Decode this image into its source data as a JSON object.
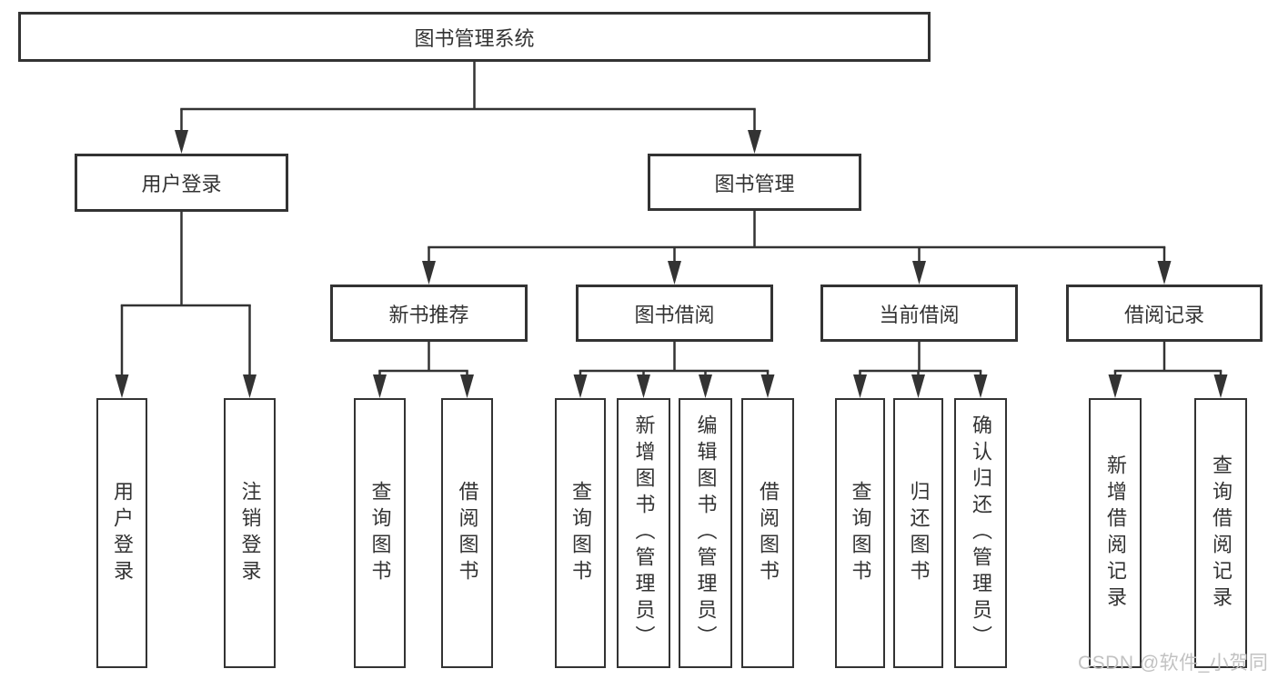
{
  "diagram": {
    "title": "图书管理系统",
    "root": {
      "label": "图书管理系统"
    },
    "branches": [
      {
        "label": "用户登录"
      },
      {
        "label": "图书管理"
      }
    ],
    "modules": [
      {
        "label": "新书推荐"
      },
      {
        "label": "图书借阅"
      },
      {
        "label": "当前借阅"
      },
      {
        "label": "借阅记录"
      }
    ],
    "leaves": [
      {
        "label": "用户登录",
        "parent": "用户登录"
      },
      {
        "label": "注销登录",
        "parent": "用户登录"
      },
      {
        "label": "查询图书",
        "parent": "新书推荐"
      },
      {
        "label": "借阅图书",
        "parent": "新书推荐"
      },
      {
        "label": "查询图书",
        "parent": "图书借阅"
      },
      {
        "label": "新增图书（管理员）",
        "parent": "图书借阅"
      },
      {
        "label": "编辑图书（管理员）",
        "parent": "图书借阅"
      },
      {
        "label": "借阅图书",
        "parent": "图书借阅"
      },
      {
        "label": "查询图书",
        "parent": "当前借阅"
      },
      {
        "label": "归还图书",
        "parent": "当前借阅"
      },
      {
        "label": "确认归还（管理员）",
        "parent": "当前借阅"
      },
      {
        "label": "新增借阅记录",
        "parent": "借阅记录"
      },
      {
        "label": "查询借阅记录",
        "parent": "借阅记录"
      }
    ],
    "colors": {
      "line": "#333333",
      "box_fill": "#ffffff",
      "text": "#333333",
      "background": "#ffffff",
      "watermark": "#c2c2c2"
    }
  },
  "watermark": {
    "text": "CSDN @软件_小贺同学"
  }
}
